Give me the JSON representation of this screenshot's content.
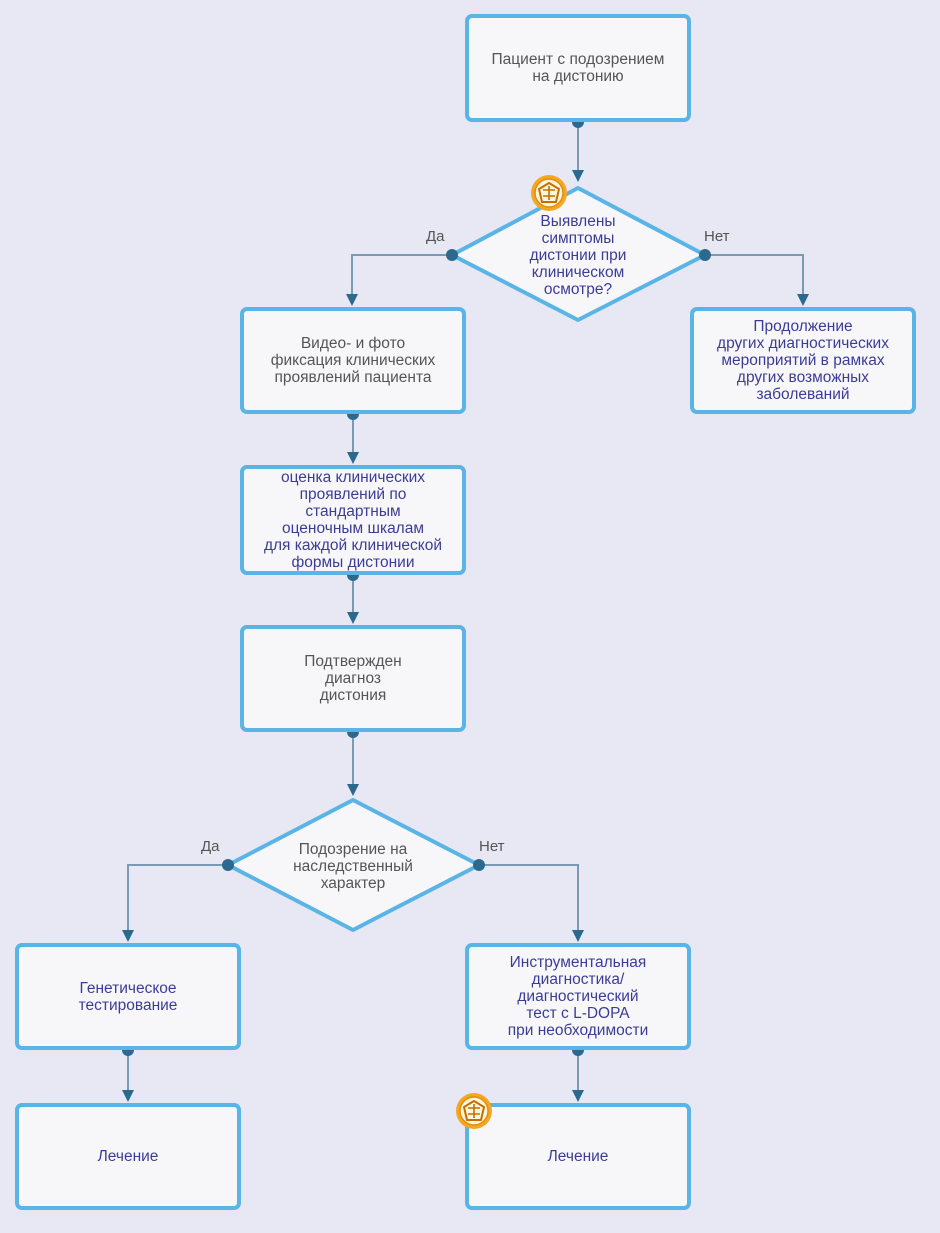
{
  "nodes": {
    "start": "Пациент с подозрением\nна дистонию",
    "decision1": "Выявлены\nсимптомы\nдистонии при\nклиническом\nосмотре?",
    "video": "Видео- и фото\nфиксация клинических\nпроявлений пациента",
    "other": "Продолжение\nдругих диагностических\nмероприятий в рамках\nдругих возможных\nзаболеваний",
    "assessment": "оценка клинических\nпроявлений по\nстандартным\nоценочным шкалам\nдля каждой клинической\nформы дистонии",
    "confirmed": "Подтвержден\nдиагноз\nдистония",
    "decision2": "Подозрение на\nнаследственный\nхарактер",
    "genetic": "Генетическое\nтестирование",
    "instrumental": "Инструментальная\nдиагностика/\nдиагностический\nтест с L-DOPA\nпри необходимости",
    "treatment_left": "Лечение",
    "treatment_right": "Лечение"
  },
  "edge_labels": {
    "d1_yes": "Да",
    "d1_no": "Нет",
    "d2_yes": "Да",
    "d2_no": "Нет"
  },
  "colors": {
    "background": "#e8e8f4",
    "node_border": "#5ab4e6",
    "node_fill": "#f7f7fa",
    "connector": "#7a9ab4",
    "dot": "#2b6a8e",
    "badge": "#f5a623"
  },
  "icons": [
    "warning-badge-icon"
  ]
}
